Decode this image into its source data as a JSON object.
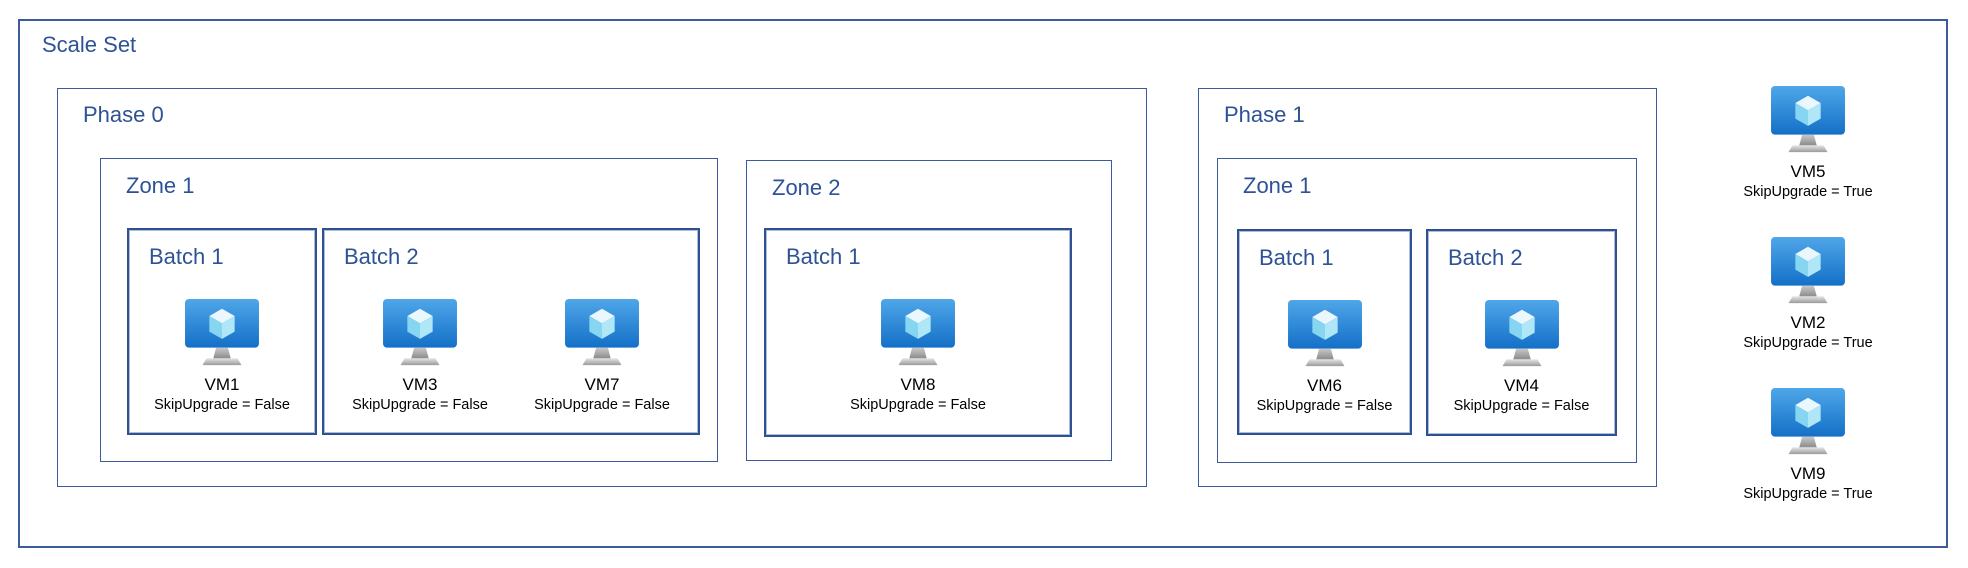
{
  "colors": {
    "box_border_blue": "#3D5A9E",
    "batch_border_blue": "#30518F",
    "label_blue": "#2D5295",
    "monitor_top_blue": "#4FA6E8",
    "monitor_bottom_blue": "#1470C8",
    "cube_top": "#EAF8FE",
    "cube_left": "#86D6F2",
    "cube_right": "#B0E7F8",
    "stand_gray_light": "#DCDCDC",
    "stand_gray_dark": "#8C8C8C",
    "vm_text": "#000000"
  },
  "scale_set": {
    "label": "Scale Set",
    "phases": [
      {
        "label": "Phase 0",
        "zones": [
          {
            "label": "Zone 1",
            "batches": [
              {
                "label": "Batch 1",
                "vms": [
                  {
                    "name": "VM1",
                    "skip": "SkipUpgrade = False"
                  }
                ]
              },
              {
                "label": "Batch 2",
                "vms": [
                  {
                    "name": "VM3",
                    "skip": "SkipUpgrade = False"
                  },
                  {
                    "name": "VM7",
                    "skip": "SkipUpgrade = False"
                  }
                ]
              }
            ]
          },
          {
            "label": "Zone 2",
            "batches": [
              {
                "label": "Batch 1",
                "vms": [
                  {
                    "name": "VM8",
                    "skip": "SkipUpgrade = False"
                  }
                ]
              }
            ]
          }
        ]
      },
      {
        "label": "Phase 1",
        "zones": [
          {
            "label": "Zone 1",
            "batches": [
              {
                "label": "Batch 1",
                "vms": [
                  {
                    "name": "VM6",
                    "skip": "SkipUpgrade = False"
                  }
                ]
              },
              {
                "label": "Batch 2",
                "vms": [
                  {
                    "name": "VM4",
                    "skip": "SkipUpgrade = False"
                  }
                ]
              }
            ]
          }
        ]
      }
    ],
    "skipped_vms": [
      {
        "name": "VM5",
        "skip": "SkipUpgrade = True"
      },
      {
        "name": "VM2",
        "skip": "SkipUpgrade = True"
      },
      {
        "name": "VM9",
        "skip": "SkipUpgrade = True"
      }
    ]
  }
}
